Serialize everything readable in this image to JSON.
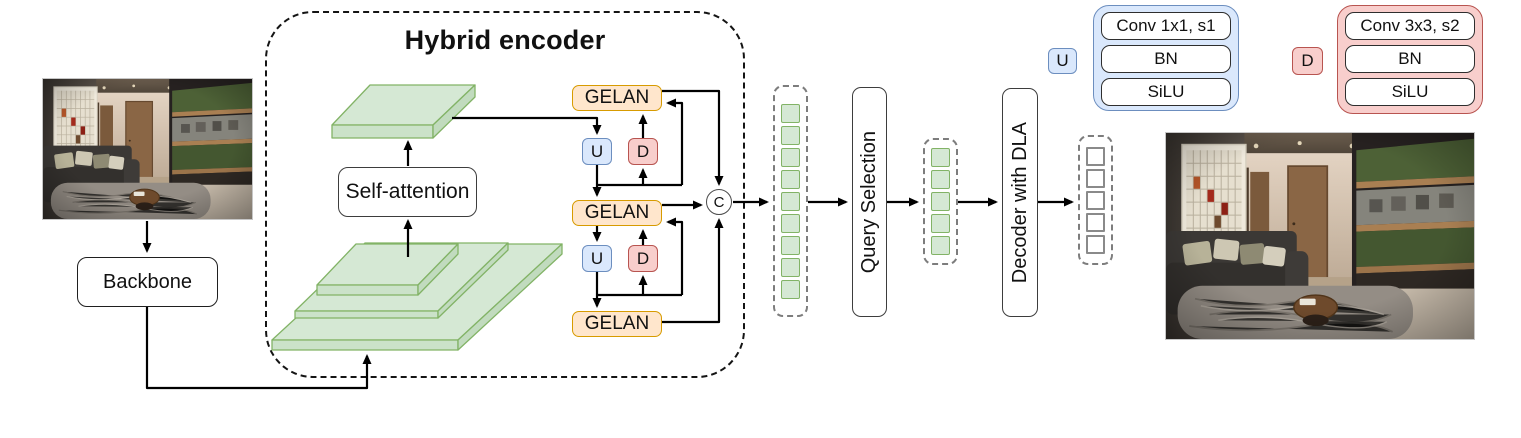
{
  "diagram": {
    "encoder_title": "Hybrid encoder",
    "backbone": "Backbone",
    "self_attention": "Self-attention",
    "gelan": "GELAN",
    "upsample": "U",
    "downsample": "D",
    "concat": "C",
    "query_selection": "Query Selection",
    "decoder": "Decoder with DLA",
    "input_image_alt": "living room photo",
    "output_image_alt": "living room photo"
  },
  "legend_u": {
    "chip": "U",
    "rows": [
      "Conv 1x1, s1",
      "BN",
      "SiLU"
    ]
  },
  "legend_d": {
    "chip": "D",
    "rows": [
      "Conv 3x3, s2",
      "BN",
      "SiLU"
    ]
  },
  "tokens": {
    "encoder_tokens": 9,
    "selected_tokens": 5,
    "decoder_outputs": 5
  },
  "colors": {
    "feature_green_fill": "#D5E8D4",
    "feature_green_stroke": "#82B366",
    "gelan_orange_fill": "#FFE6CC",
    "gelan_orange_stroke": "#D79B00",
    "upsample_blue_fill": "#DAE8FC",
    "upsample_blue_stroke": "#6C8EBF",
    "downsample_red_fill": "#F8CECC",
    "downsample_red_stroke": "#B85450"
  }
}
